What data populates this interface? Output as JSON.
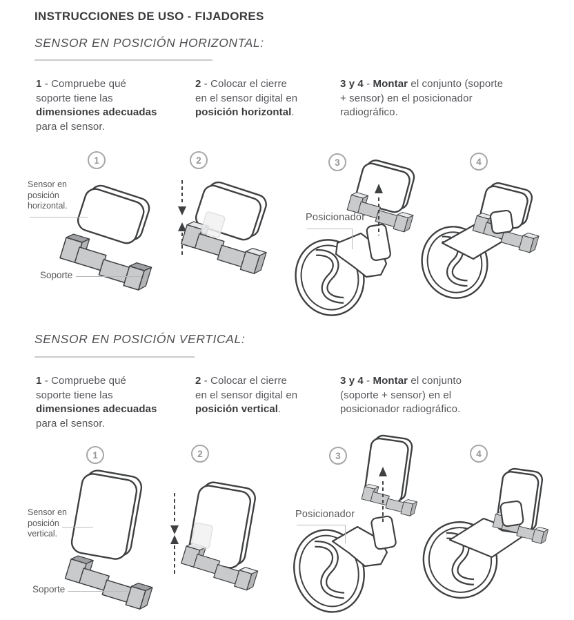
{
  "palette": {
    "text_dark": "#3b3c3f",
    "text_gray": "#55565a",
    "outline": "#3f4042",
    "bracket_light": "#c9cacc",
    "bracket_dark": "#9fa1a4",
    "divider_gray": "#c9cacc",
    "circle_gray": "#a6a7a9"
  },
  "title": "INSTRUCCIONES DE USO - FIJADORES",
  "sections": [
    {
      "heading": "SENSOR EN POSICIÓN HORIZONTAL:",
      "step_numbers": [
        "1",
        "2",
        "3",
        "4"
      ],
      "steps": [
        [
          {
            "t": "1",
            "b": 1
          },
          {
            "t": " - Compruebe qué"
          },
          {
            "br": 1
          },
          {
            "t": "soporte tiene las"
          },
          {
            "br": 1
          },
          {
            "t": "dimensiones adecuadas",
            "b": 1
          },
          {
            "br": 1
          },
          {
            "t": "para el sensor."
          }
        ],
        [
          {
            "t": "2",
            "b": 1
          },
          {
            "t": " - Colocar el cierre"
          },
          {
            "br": 1
          },
          {
            "t": "en el sensor digital en"
          },
          {
            "br": 1
          },
          {
            "t": "posición horizontal",
            "b": 1
          },
          {
            "t": "."
          }
        ],
        [
          {
            "t": "3 y 4",
            "b": 1
          },
          {
            "t": " - "
          },
          {
            "t": "Montar",
            "b": 1
          },
          {
            "t": " el conjunto (soporte"
          },
          {
            "br": 1
          },
          {
            "t": "+ sensor) en el posicionador"
          },
          {
            "br": 1
          },
          {
            "t": "radiográfico."
          }
        ]
      ],
      "labels": {
        "sensor": "Sensor en\nposición\nhorizontal.",
        "soporte": "Soporte",
        "posicionador": "Posicionador"
      }
    },
    {
      "heading": "SENSOR EN POSICIÓN VERTICAL:",
      "step_numbers": [
        "1",
        "2",
        "3",
        "4"
      ],
      "steps": [
        [
          {
            "t": "1",
            "b": 1
          },
          {
            "t": " - Compruebe qué"
          },
          {
            "br": 1
          },
          {
            "t": "soporte tiene las"
          },
          {
            "br": 1
          },
          {
            "t": "dimensiones adecuadas",
            "b": 1
          },
          {
            "br": 1
          },
          {
            "t": "para el sensor."
          }
        ],
        [
          {
            "t": "2",
            "b": 1
          },
          {
            "t": " - Colocar el cierre"
          },
          {
            "br": 1
          },
          {
            "t": "en el sensor digital en"
          },
          {
            "br": 1
          },
          {
            "t": "posición vertical",
            "b": 1
          },
          {
            "t": "."
          }
        ],
        [
          {
            "t": "3 y 4",
            "b": 1
          },
          {
            "t": " - "
          },
          {
            "t": "Montar",
            "b": 1
          },
          {
            "t": " el conjunto"
          },
          {
            "br": 1
          },
          {
            "t": "(soporte + sensor) en el"
          },
          {
            "br": 1
          },
          {
            "t": "posicionador radiográfico."
          }
        ]
      ],
      "labels": {
        "sensor": "Sensor en\nposición\nvertical.",
        "soporte": "Soporte",
        "posicionador": "Posicionador"
      }
    }
  ]
}
